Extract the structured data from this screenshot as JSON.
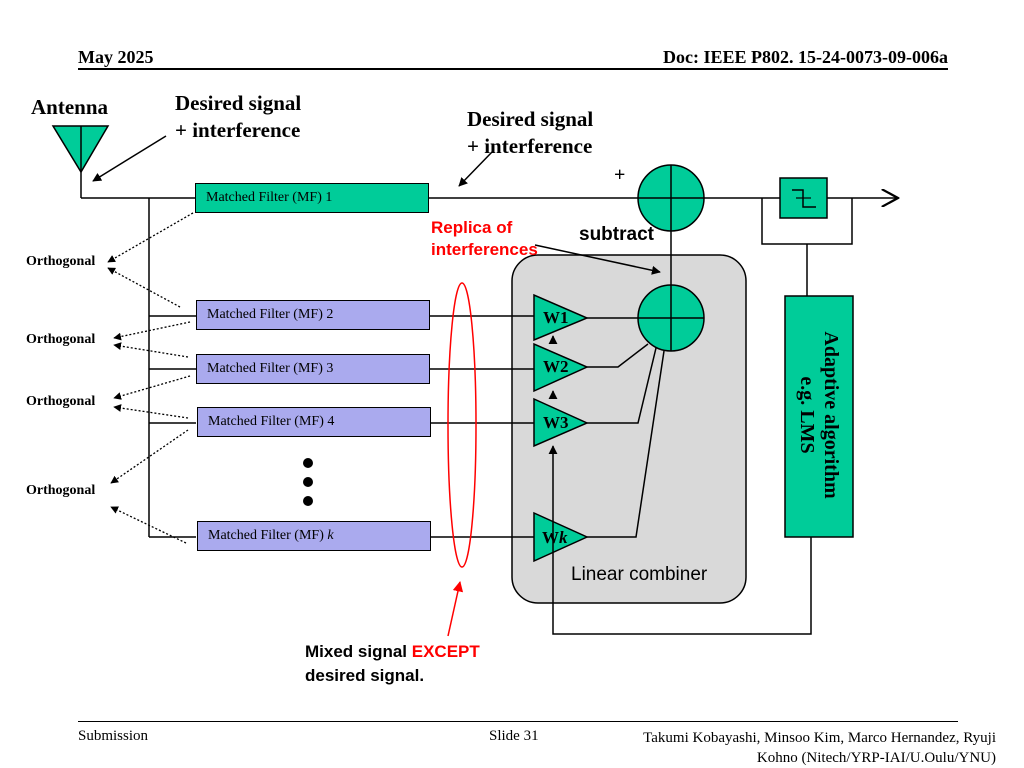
{
  "header": {
    "date": "May 2025",
    "doc": "Doc: IEEE P802. 15-24-0073-09-006a"
  },
  "labels": {
    "antenna": "Antenna",
    "desired_interference_1_line1": "Desired signal",
    "desired_interference_1_line2": "+ interference",
    "desired_interference_2_line1": "Desired signal",
    "desired_interference_2_line2": "+ interference",
    "plus_sign": "+",
    "replica_line1": "Replica of",
    "replica_line2": "interferences",
    "subtract": "subtract",
    "linear_combiner": "Linear combiner",
    "adaptive_line1": "Adaptive algorithm",
    "adaptive_line2": "e.g. LMS",
    "mixed_part1": "Mixed signal ",
    "mixed_highlight": "EXCEPT",
    "mixed_line2": "desired signal."
  },
  "orthogonal_labels": [
    "Orthogonal",
    "Orthogonal",
    "Orthogonal",
    "Orthogonal"
  ],
  "matched_filters": {
    "mf1": "Matched Filter (MF) 1",
    "mf2": "Matched Filter (MF) 2",
    "mf3": "Matched Filter (MF) 3",
    "mf4": "Matched Filter (MF) 4",
    "mfk_prefix": "Matched Filter (MF) ",
    "mfk_suffix": "k"
  },
  "weights": {
    "w1": "W1",
    "w2": "W2",
    "w3": "W3",
    "wk_prefix": "W",
    "wk_suffix": "k"
  },
  "footer": {
    "submission": "Submission",
    "slide": "Slide 31",
    "authors_line1": "Takumi Kobayashi, Minsoo Kim, Marco Hernandez, Ryuji",
    "authors_line2": "Kohno (Nitech/YRP-IAI/U.Oulu/YNU)"
  },
  "colors": {
    "green": "#00cc99",
    "blue": "#aaaaee",
    "combiner_fill": "#d9d9d9",
    "red": "#ff0000"
  }
}
